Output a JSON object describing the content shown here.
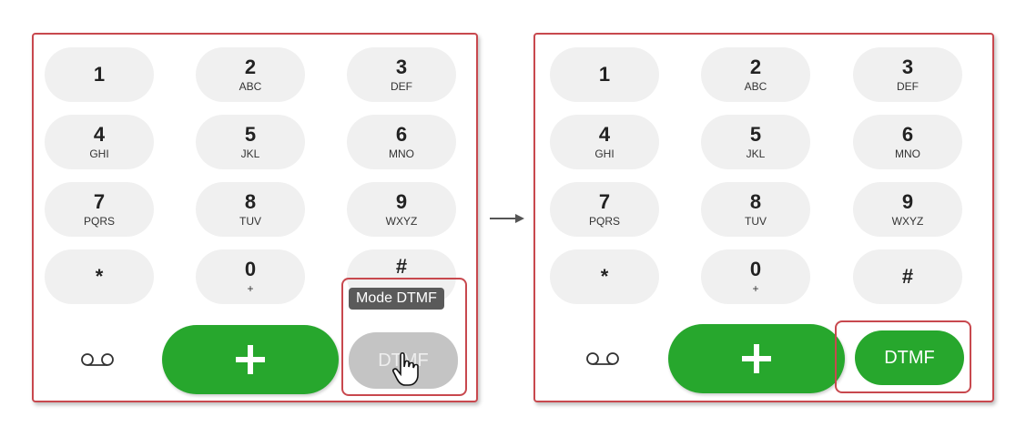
{
  "keys": [
    {
      "num": "1",
      "letters": ""
    },
    {
      "num": "2",
      "letters": "ABC"
    },
    {
      "num": "3",
      "letters": "DEF"
    },
    {
      "num": "4",
      "letters": "GHI"
    },
    {
      "num": "5",
      "letters": "JKL"
    },
    {
      "num": "6",
      "letters": "MNO"
    },
    {
      "num": "7",
      "letters": "PQRS"
    },
    {
      "num": "8",
      "letters": "TUV"
    },
    {
      "num": "9",
      "letters": "WXYZ"
    },
    {
      "num": "*",
      "letters": ""
    },
    {
      "num": "0",
      "letters": "+"
    },
    {
      "num": "#",
      "letters": ""
    }
  ],
  "dtmf_label": "DTMF",
  "tooltip": "Mode DTMF",
  "colors": {
    "call_green": "#27a72d",
    "highlight_red": "#c8484e",
    "dtmf_disabled": "#c4c4c4",
    "key_bg": "#f0f0f0"
  },
  "icons": {
    "voicemail": "voicemail-icon",
    "call": "plus-icon",
    "cursor": "hand-pointer-icon",
    "arrow": "arrow-right-icon"
  }
}
